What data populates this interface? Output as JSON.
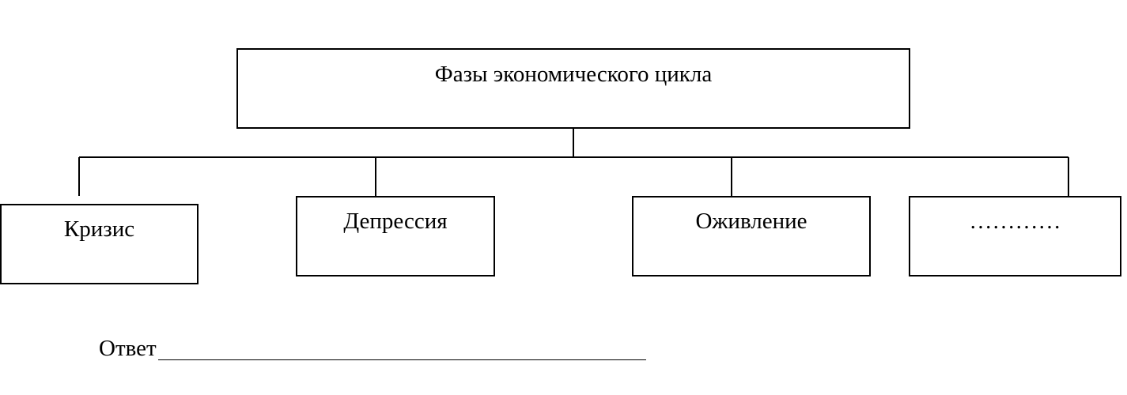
{
  "diagram": {
    "root": {
      "label": "Фазы экономического цикла"
    },
    "children": [
      {
        "label": "Кризис"
      },
      {
        "label": "Депрессия"
      },
      {
        "label": "Оживление"
      },
      {
        "label": "…………"
      }
    ]
  },
  "answer": {
    "label": "Ответ",
    "value": ""
  },
  "colors": {
    "stroke": "#000000",
    "background": "#ffffff"
  }
}
